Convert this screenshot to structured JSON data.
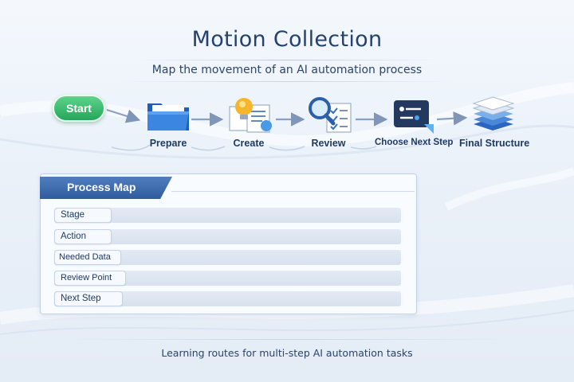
{
  "title": "Motion Collection",
  "subtitle": "Map the movement of an AI automation process",
  "flow": {
    "start_label": "Start",
    "steps": [
      {
        "label": "Prepare",
        "icon": "folder-icon"
      },
      {
        "label": "Create",
        "icon": "lightbulb-document-icon"
      },
      {
        "label": "Review",
        "icon": "magnifier-checklist-icon"
      },
      {
        "label": "Choose Next Step",
        "icon": "decision-panel-icon"
      },
      {
        "label": "Final Structure",
        "icon": "stacked-layers-icon"
      }
    ]
  },
  "panel": {
    "title": "Process Map",
    "rows": [
      "Stage",
      "Action",
      "Needed Data",
      "Review Point",
      "Next Step"
    ]
  },
  "footer": "Learning routes for multi-step AI automation tasks",
  "colors": {
    "start_green": "#2fb565",
    "accent_blue": "#2f6fc4",
    "tab_blue": "#3d6aae",
    "title_navy": "#24426f"
  }
}
